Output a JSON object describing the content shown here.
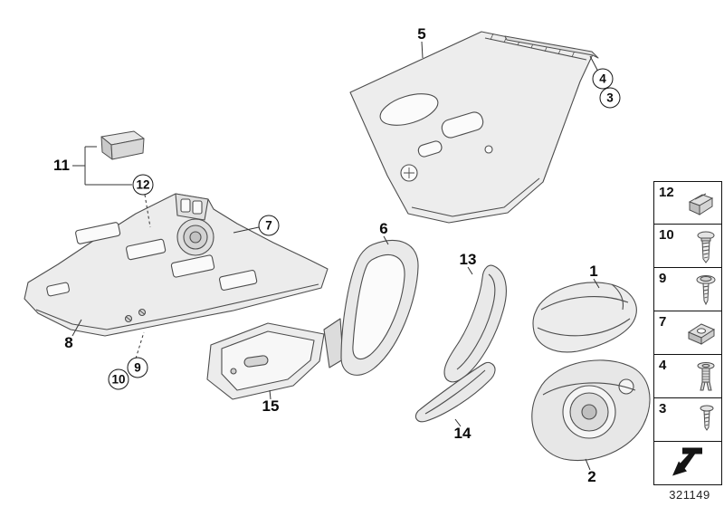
{
  "diagram": {
    "id": "321149",
    "callouts": [
      {
        "label": "5"
      },
      {
        "label": "4"
      },
      {
        "label": "3"
      },
      {
        "label": "11"
      },
      {
        "label": "12"
      },
      {
        "label": "7"
      },
      {
        "label": "8"
      },
      {
        "label": "9"
      },
      {
        "label": "10"
      },
      {
        "label": "6"
      },
      {
        "label": "13"
      },
      {
        "label": "1"
      },
      {
        "label": "15"
      },
      {
        "label": "14"
      },
      {
        "label": "2"
      }
    ],
    "legend": {
      "items": [
        {
          "label": "12",
          "icon": "spring-clip-icon"
        },
        {
          "label": "10",
          "icon": "pan-head-screw-icon"
        },
        {
          "label": "9",
          "icon": "washer-screw-icon"
        },
        {
          "label": "7",
          "icon": "clip-nut-icon"
        },
        {
          "label": "4",
          "icon": "expanding-rivet-icon"
        },
        {
          "label": "3",
          "icon": "small-screw-icon"
        }
      ],
      "footer_icon": "direction-of-travel-arrow-icon"
    },
    "colors": {
      "background": "#ffffff",
      "line": "#4d4d4d",
      "fill_light": "#f1f1f1",
      "fill_mid": "#e3e3e3",
      "fill_dark": "#c9c9c9",
      "legend_border": "#111111"
    }
  }
}
